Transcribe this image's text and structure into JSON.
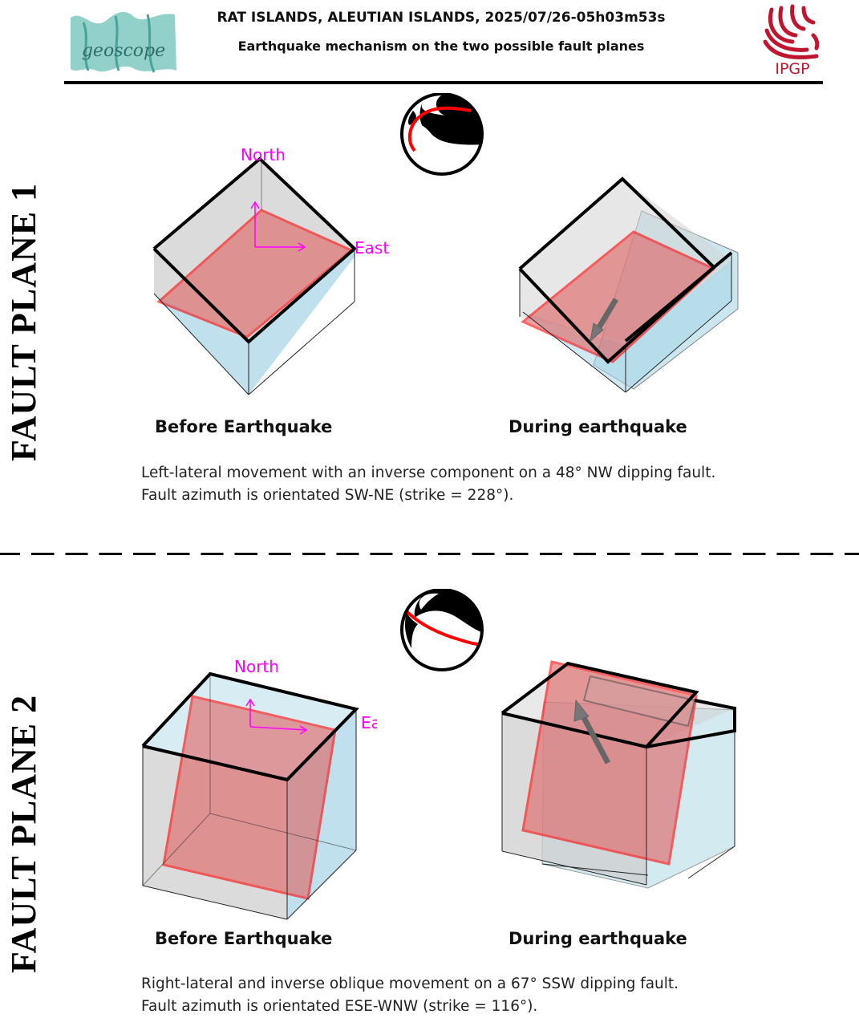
{
  "header": {
    "title_line1": "RAT ISLANDS, ALEUTIAN ISLANDS, 2025/07/26-05h03m53s",
    "title_line2": "Earthquake mechanism on the two possible fault planes",
    "left_logo_text": "geoscope",
    "right_logo_text": "IPGP"
  },
  "colors": {
    "fault_plane": "#e06060",
    "fault_edge": "#ff0000",
    "block_grey": "#c8c8c8",
    "block_blue": "#a9d6e5",
    "direction_label": "#ff00ff",
    "slip_arrow": "#666666"
  },
  "plane1": {
    "side_label": "FAULT PLANE 1",
    "north_label": "North",
    "east_label": "East",
    "before_caption": "Before Earthquake",
    "during_caption": "During earthquake",
    "description_line1": "Left-lateral movement with an inverse component on a 48° NW dipping fault.",
    "description_line2": "Fault azimuth is orientated SW-NE (strike = 228°)."
  },
  "plane2": {
    "side_label": "FAULT PLANE 2",
    "north_label": "North",
    "east_label": "East",
    "before_caption": "Before Earthquake",
    "during_caption": "During earthquake",
    "description_line1": "Right-lateral and inverse oblique movement on a 67° SSW dipping fault.",
    "description_line2": "Fault azimuth is orientated ESE-WNW (strike = 116°)."
  }
}
